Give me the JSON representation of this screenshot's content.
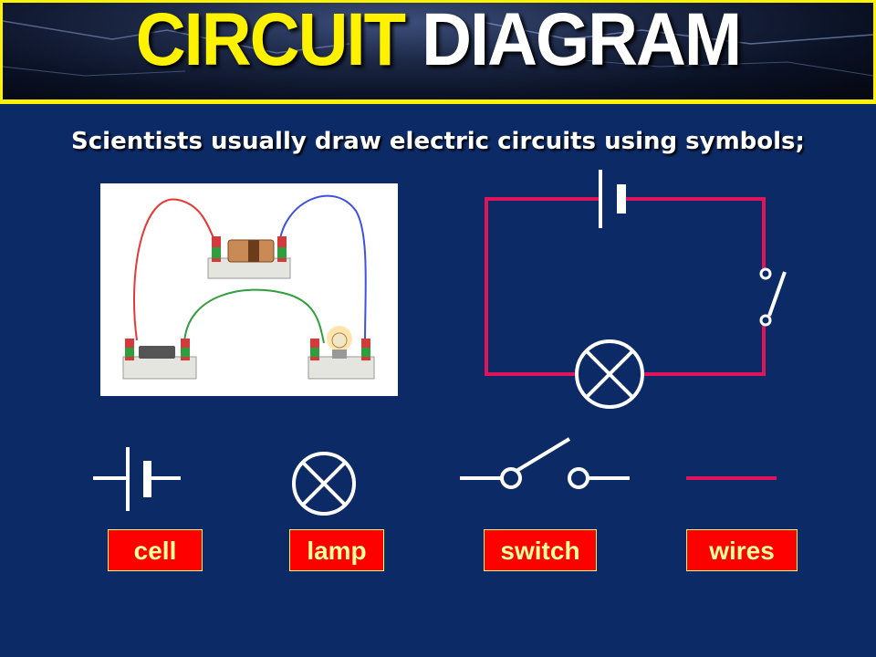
{
  "title": {
    "word1": "CIRCUIT",
    "word2": "DIAGRAM"
  },
  "subtitle": "Scientists usually draw electric circuits using symbols;",
  "symbol_labels": [
    "cell",
    "lamp",
    "switch",
    "wires"
  ],
  "colors": {
    "background": "#0c2a66",
    "accent_yellow": "#fff200",
    "wire": "#e0145a",
    "label_bg": "#ff0000",
    "label_text": "#ffff99"
  }
}
